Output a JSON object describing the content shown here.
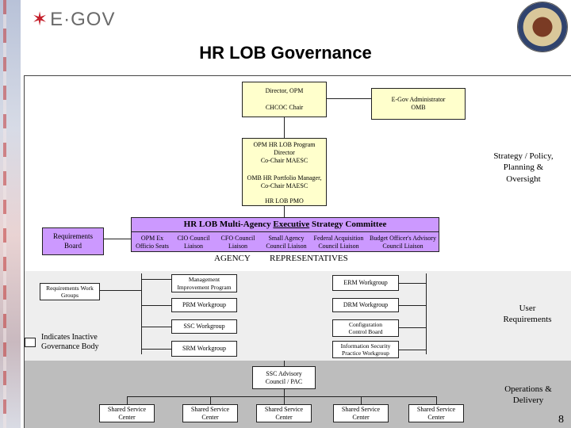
{
  "header": {
    "logo_text": "E·GOV",
    "title": "HR LOB Governance",
    "slide_number": "8"
  },
  "org": {
    "director": {
      "line1": "Director, OPM",
      "line2": "CHCOC Chair"
    },
    "egov_admin": "E-Gov Administrator\nOMB",
    "pmo": {
      "part1": "OPM HR LOB Program\nDirector\nCo-Chair MAESC",
      "part2": "OMB HR Portfolio Manager,\nCo-Chair MAESC",
      "part3": "HR LOB PMO"
    },
    "committee": {
      "prefix": "HR LOB Multi-Agency ",
      "underlined": "Executive",
      "suffix": " Strategy Committee"
    },
    "members": [
      "OPM Ex\nOfficio Seats",
      "CIO Council\nLiaison",
      "CFO Council\nLiaison",
      "Small Agency\nCouncil Liaison",
      "Federal Acquisition\nCouncil Liaison",
      "Budget Officer's Advisory\nCouncil Liaison"
    ],
    "agency_reps": {
      "left": "AGENCY",
      "right": "REPRESENTATIVES"
    },
    "requirements_board": "Requirements\nBoard",
    "work_groups_label": "Requirements Work\nGroups",
    "workgroups_left": [
      "Management\nImprovement Program",
      "PRM Workgroup",
      "SSC Workgroup",
      "SRM Workgroup"
    ],
    "workgroups_right": [
      "ERM Workgroup",
      "DRM Workgroup",
      "Configuration\nControl Board",
      "Information Security\nPractice Workgroup"
    ],
    "ssc_council": "SSC Advisory\nCouncil / PAC",
    "service_centers": [
      "Shared Service\nCenter",
      "Shared Service\nCenter",
      "Shared Service\nCenter",
      "Shared Service\nCenter",
      "Shared Service\nCenter"
    ]
  },
  "legend": {
    "label": "Indicates Inactive\nGovernance Body"
  },
  "side_labels": {
    "strategy": "Strategy / Policy,\nPlanning &\nOversight",
    "user_requirements": "User\nRequirements",
    "operations": "Operations &\nDelivery"
  },
  "colors": {
    "yellow_box": "#ffffcc",
    "purple_box": "#cc99ff",
    "band": "#eeeeee",
    "bottom_band": "#bdbdbd",
    "logo_star": "#c41e2a"
  }
}
